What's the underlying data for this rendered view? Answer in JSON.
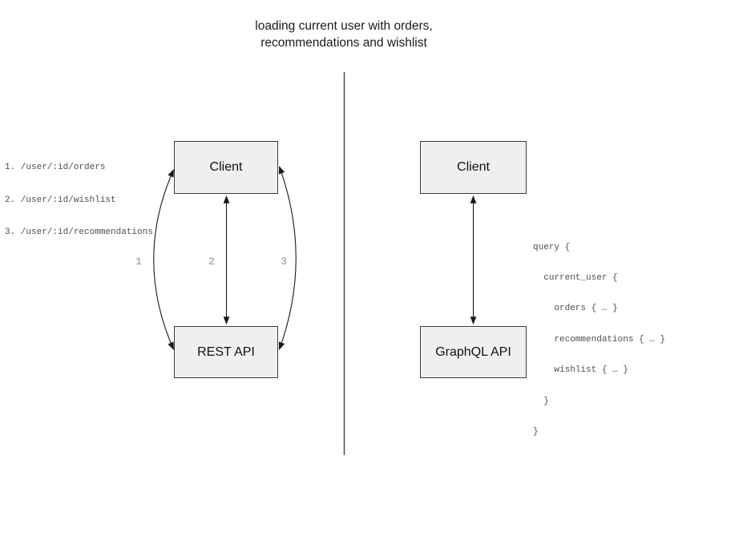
{
  "title": {
    "line1": "loading current user with orders,",
    "line2": "recommendations and wishlist"
  },
  "rest_side": {
    "endpoints": [
      "1. /user/:id/orders",
      "2. /user/:id/wishlist",
      "3. /user/:id/recommendations"
    ],
    "client_label": "Client",
    "api_label": "REST API",
    "arrow_labels": [
      "1",
      "2",
      "3"
    ]
  },
  "graphql_side": {
    "client_label": "Client",
    "api_label": "GraphQL API",
    "query_lines": [
      "query {",
      "  current_user {",
      "    orders { … }",
      "    recommendations { … }",
      "    wishlist { … }",
      "  }",
      "}"
    ]
  },
  "colors": {
    "box_fill": "#efefef",
    "box_border": "#3c3c3c",
    "arrow": "#1a1a1a",
    "divider": "#4a4a4a",
    "code_text": "#4d4d4d",
    "arrow_number_gray": "#909090",
    "title_text": "#1a1a1a"
  }
}
